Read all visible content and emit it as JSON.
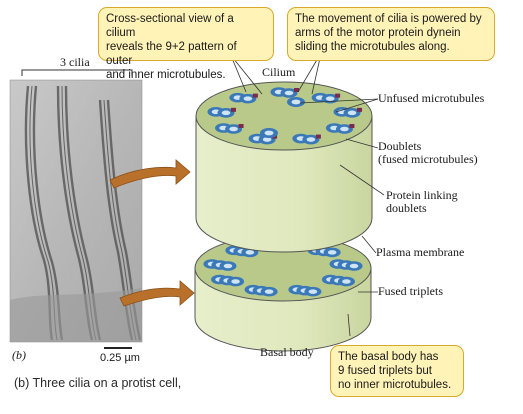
{
  "callouts": {
    "cross_section": "Cross-sectional view of a cilium\nreveals the 9+2 pattern of outer\nand inner microtubules.",
    "dynein": "The movement of cilia is powered by\narms  of the motor protein dynein\nsliding the microtubules along.",
    "basal_body": "The basal body has\n9 fused triplets but\nno inner microtubules."
  },
  "labels": {
    "three_cilia": "3 cilia",
    "cilium": "Cilium",
    "unfused_microtubules": "Unfused microtubules",
    "doublets": "Doublets\n(fused microtubules)",
    "protein_linking": "Protein linking\ndoublets",
    "plasma_membrane": "Plasma membrane",
    "fused_triplets": "Fused triplets",
    "basal_body": "Basal body",
    "panel_letter": "(b)",
    "scale_bar": "0.25 µm"
  },
  "caption": "(b) Three cilia on a protist cell,",
  "colors": {
    "cylinder_side": "#dfe8bd",
    "cylinder_top": "#b8c98a",
    "ring_outer": "#3a78b8",
    "ring_inner": "#cfe4f5",
    "dynein_arm": "#7a2a4a",
    "arrow": "#b8702a",
    "callout_fill": "#fff3b8",
    "callout_border": "#d8a92a"
  }
}
